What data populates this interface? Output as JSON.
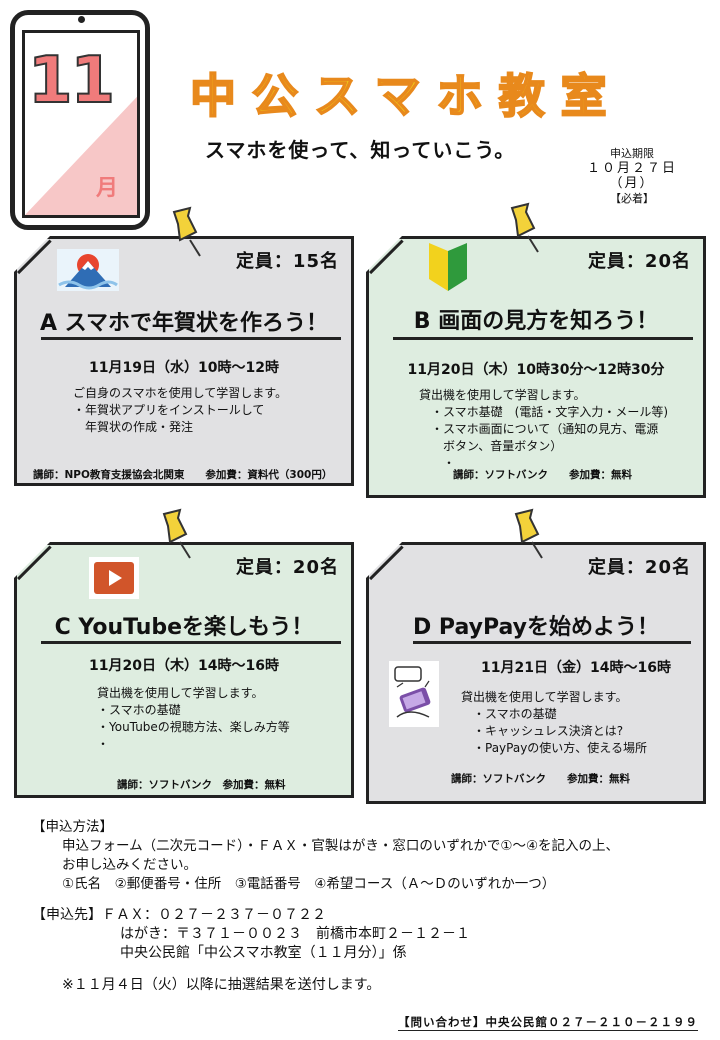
{
  "header": {
    "month_number": "11",
    "month_label": "月",
    "title": "中公スマホ教室",
    "subtitle": "スマホを使って、知っていこう。",
    "deadline_label": "申込期限",
    "deadline_date": "１０月２７日（月）",
    "deadline_note": "【必着】"
  },
  "cards": [
    {
      "capacity": "定員：15名",
      "title": "A スマホで年賀状を作ろう！",
      "date": "11月19日（水）10時～12時",
      "description": "ご自身のスマホを使用して学習します。\n・年賀状アプリをインストールして\n　年賀状の作成・発注",
      "lecturer": "講師：NPO教育支援協会北関東　　参加費：資料代（300円）",
      "icon": "mount-fuji-sunrise-icon"
    },
    {
      "capacity": "定員：20名",
      "title": "B 画面の見方を知ろう！",
      "date": "11月20日（木）10時30分～12時30分",
      "description": "貸出機を使用して学習します。\n　・スマホ基礎　(電話・文字入力・メール等)\n　・スマホ画面について（通知の見方、電源\n　　ボタン、音量ボタン）\n　　・",
      "lecturer": "講師：ソフトバンク　　参加費：無料",
      "icon": "beginner-mark-icon"
    },
    {
      "capacity": "定員：20名",
      "title": "C YouTubeを楽しもう！",
      "date": "11月20日（木）14時～16時",
      "description": "貸出機を使用して学習します。\n・スマホの基礎\n・YouTubeの視聴方法、楽しみ方等\n・",
      "lecturer": "講師：ソフトバンク　参加費：無料",
      "icon": "play-button-icon"
    },
    {
      "capacity": "定員：20名",
      "title": "D PayPayを始めよう！",
      "date": "11月21日（金）14時～16時",
      "description": "貸出機を使用して学習します。\n　・スマホの基礎\n　・キャッシュレス決済とは?\n　・PayPayの使い方、使える場所",
      "lecturer": "講師：ソフトバンク　　参加費：無料",
      "icon": "phone-payment-icon"
    }
  ],
  "footer": {
    "method_heading": "【申込方法】",
    "method_text": "申込フォーム（二次元コード）・ＦＡＸ・官製はがき・窓口のいずれかで①～④を記入の上、\nお申し込みください。\n①氏名　②郵便番号・住所　③電話番号　④希望コース（Ａ～Ｄのいずれか一つ）",
    "dest_line1": "【申込先】ＦＡＸ：０２７－２３７－０７２２",
    "dest_line2": "はがき：〒３７１－００２３　前橋市本町２－１２－１",
    "dest_line3": "中央公民館「中公スマホ教室（１１月分）」係",
    "lottery_note": "※１１月４日（火）以降に抽選結果を送付します。",
    "contact": "【問い合わせ】中央公民館０２７－２１０－２１９９"
  },
  "colors": {
    "title_fill": "#f0d21a",
    "title_stroke": "#e8891c",
    "month_color": "#f07b7b",
    "card_gray": "#e1e1e3",
    "card_green": "#deede0",
    "pin_yellow": "#f3d23a"
  }
}
